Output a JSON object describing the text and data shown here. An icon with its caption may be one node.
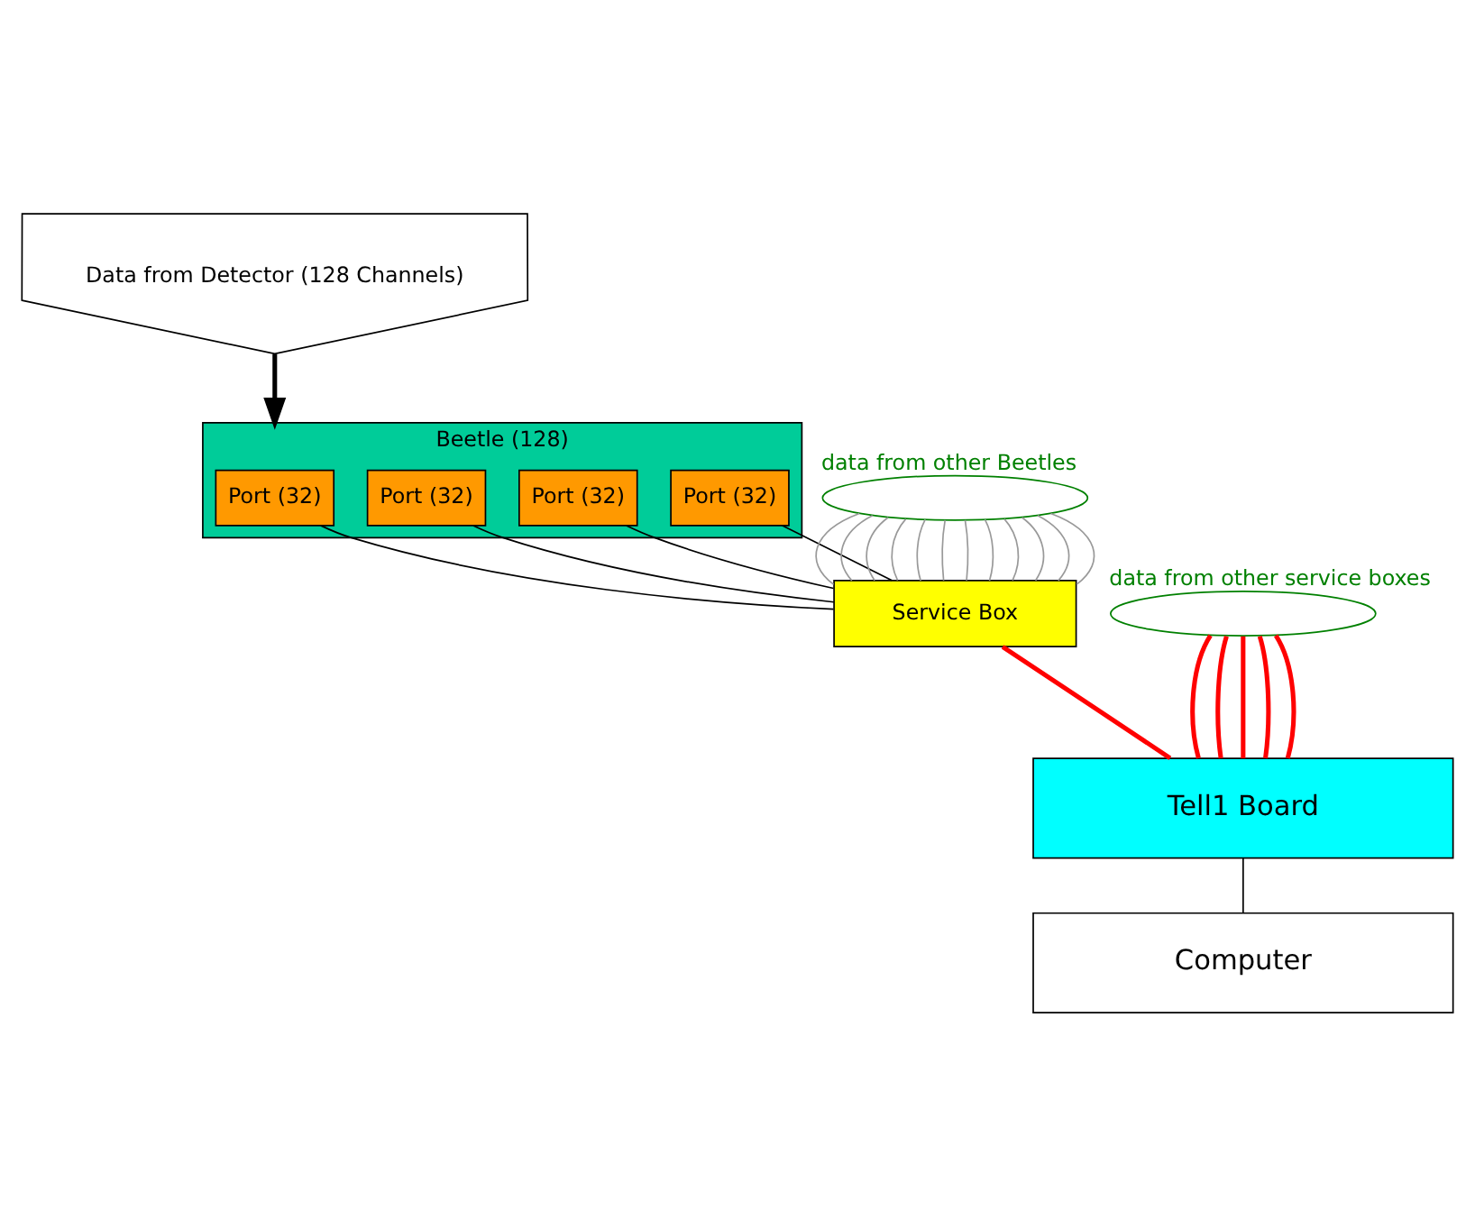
{
  "diagram": {
    "nodes": [
      {
        "text": [
          "Data from Detector (128 Channels)"
        ]
      },
      {
        "text": [
          "Beetle (128)"
        ]
      },
      {
        "text": [
          "Port (32)"
        ],
        "in": 1
      },
      {
        "text": [
          "Port (32)"
        ],
        "in": 1
      },
      {
        "text": [
          "Port (32)"
        ],
        "in": 1
      },
      {
        "text": [
          "Port (32)"
        ],
        "in": 1
      },
      {
        "text": [
          "Service Box"
        ]
      },
      {
        "text": [
          "Tell1 Board"
        ]
      },
      {
        "text": [
          "Computer"
        ]
      },
      {
        "text": [],
        "shape": "ellipse",
        "beside": [
          "data from other Beetles"
        ]
      },
      {
        "text": [],
        "shape": "ellipse",
        "beside": [
          "data from other service boxes"
        ]
      }
    ],
    "edges": [
      {
        "from": 0,
        "to": 1,
        "arrow": "to",
        "style": "thick",
        "color": "#000000"
      },
      {
        "from": 2,
        "to": 6,
        "arrow": "none",
        "color": "#000000"
      },
      {
        "from": 3,
        "to": 6,
        "arrow": "none",
        "color": "#000000"
      },
      {
        "from": 4,
        "to": 6,
        "arrow": "none",
        "color": "#000000"
      },
      {
        "from": 5,
        "to": 6,
        "arrow": "none",
        "color": "#000000"
      },
      {
        "from": 9,
        "to": 6,
        "arrow": "none",
        "color": "#999999"
      },
      {
        "from": 9,
        "to": 6,
        "arrow": "none",
        "color": "#999999"
      },
      {
        "from": 9,
        "to": 6,
        "arrow": "none",
        "color": "#999999"
      },
      {
        "from": 9,
        "to": 6,
        "arrow": "none",
        "color": "#999999"
      },
      {
        "from": 9,
        "to": 6,
        "arrow": "none",
        "color": "#999999"
      },
      {
        "from": 9,
        "to": 6,
        "arrow": "none",
        "color": "#999999"
      },
      {
        "from": 9,
        "to": 6,
        "arrow": "none",
        "color": "#999999"
      },
      {
        "from": 9,
        "to": 6,
        "arrow": "none",
        "color": "#999999"
      },
      {
        "from": 9,
        "to": 6,
        "arrow": "none",
        "color": "#999999"
      },
      {
        "from": 9,
        "to": 6,
        "arrow": "none",
        "color": "#999999"
      },
      {
        "from": 9,
        "to": 6,
        "arrow": "none",
        "color": "#999999"
      },
      {
        "from": 9,
        "to": 6,
        "arrow": "none",
        "color": "#999999"
      },
      {
        "from": 6,
        "to": 7,
        "arrow": "none",
        "style": "thick",
        "color": "#ff0000"
      },
      {
        "from": 10,
        "to": 7,
        "arrow": "none",
        "style": "thick",
        "color": "#ff0000"
      },
      {
        "from": 10,
        "to": 7,
        "arrow": "none",
        "style": "thick",
        "color": "#ff0000"
      },
      {
        "from": 10,
        "to": 7,
        "arrow": "none",
        "style": "thick",
        "color": "#ff0000"
      },
      {
        "from": 10,
        "to": 7,
        "arrow": "none",
        "style": "thick",
        "color": "#ff0000"
      },
      {
        "from": 10,
        "to": 7,
        "arrow": "none",
        "style": "thick",
        "color": "#ff0000"
      },
      {
        "from": 7,
        "to": 8,
        "arrow": "none",
        "color": "#000000"
      }
    ]
  }
}
